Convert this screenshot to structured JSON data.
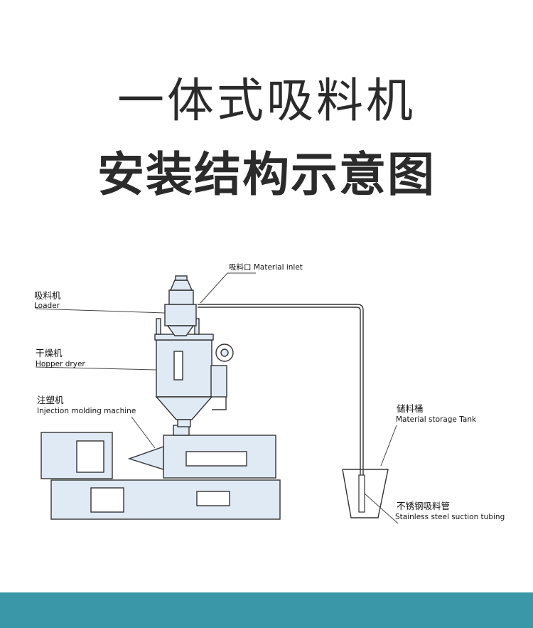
{
  "title": {
    "line1": "一体式吸料机",
    "line2": "安装结构示意图"
  },
  "labels": {
    "material_inlet": "吸料口 Material inlet",
    "loader_cn": "吸料机",
    "loader_en": "Loader",
    "dryer_cn": "干燥机",
    "dryer_en": "Hopper dryer",
    "imm_cn": "注塑机",
    "imm_en": "Injection molding machine",
    "tank_cn": "储料桶",
    "tank_en": "Material storage Tank",
    "tube_cn": "不锈钢吸料管",
    "tube_en": "Stainless steel suction tubing"
  },
  "colors": {
    "machine_fill": "#dfeaf5",
    "outline": "#333333",
    "bottom_bar": "#3a97a8"
  }
}
